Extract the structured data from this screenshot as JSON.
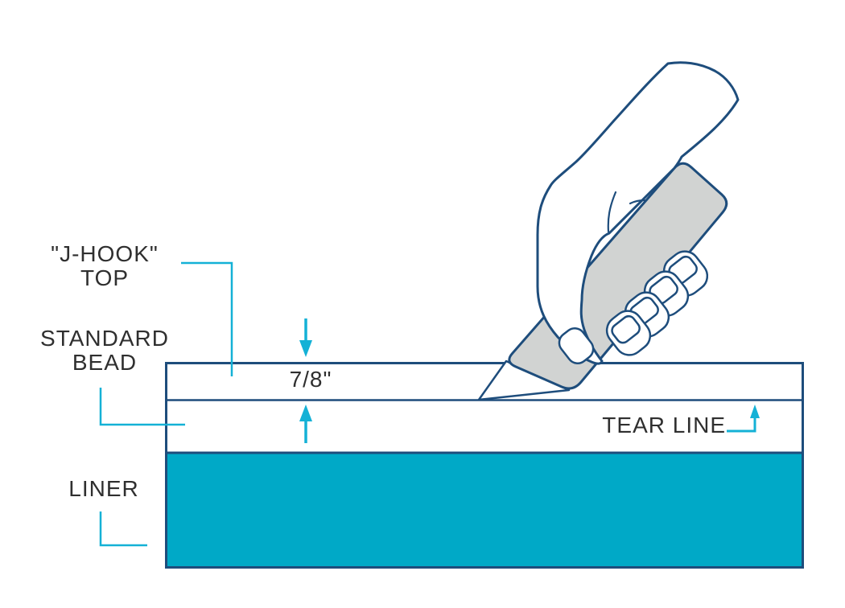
{
  "diagram": {
    "type": "technical-illustration",
    "labels": {
      "jhook_line1": "\"J-HOOK\"",
      "jhook_line2": "TOP",
      "bead_line1": "STANDARD",
      "bead_line2": "BEAD",
      "liner": "LINER",
      "tear_line": "TEAR LINE",
      "measurement": "7/8\""
    },
    "colors": {
      "outline_navy": "#1e4d7c",
      "liner_teal": "#00a9c7",
      "callout_cyan": "#14b1d6",
      "knife_gray": "#d1d3d2",
      "label_text": "#2f2f2f"
    }
  }
}
